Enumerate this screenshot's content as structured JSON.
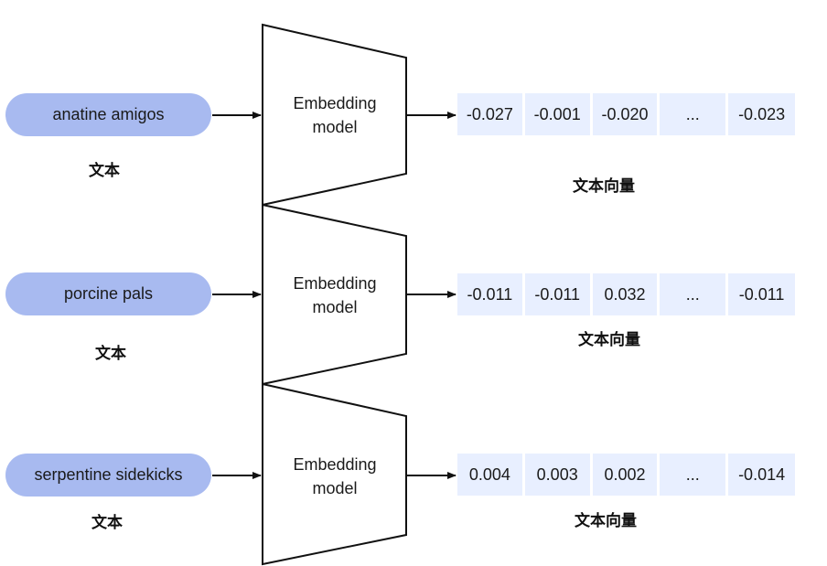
{
  "rows": [
    {
      "input_text": "anatine amigos",
      "input_caption": "文本",
      "model_line1": "Embedding",
      "model_line2": "model",
      "vector": [
        "-0.027",
        "-0.001",
        "-0.020",
        "...",
        "-0.023"
      ],
      "vector_caption": "文本向量"
    },
    {
      "input_text": "porcine pals",
      "input_caption": "文本",
      "model_line1": "Embedding",
      "model_line2": "model",
      "vector": [
        "-0.011",
        "-0.011",
        "0.032",
        "...",
        "-0.011"
      ],
      "vector_caption": "文本向量"
    },
    {
      "input_text": "serpentine sidekicks",
      "input_caption": "文本",
      "model_line1": "Embedding",
      "model_line2": "model",
      "vector": [
        "0.004",
        "0.003",
        "0.002",
        "...",
        "-0.014"
      ],
      "vector_caption": "文本向量"
    }
  ],
  "colors": {
    "pill_fill": "#a8baf0",
    "vector_cell_fill": "#e8efff",
    "stroke": "#111111"
  }
}
